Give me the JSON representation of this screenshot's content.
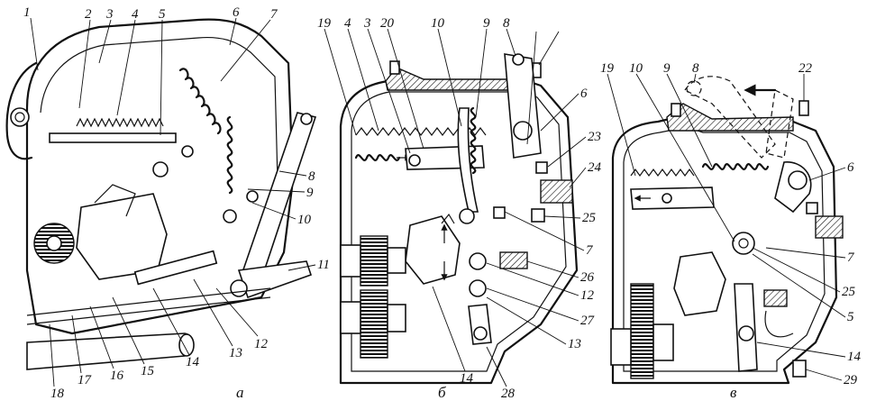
{
  "figure": {
    "panels": [
      {
        "id": "a",
        "caption": "а",
        "labels": [
          "1",
          "2",
          "3",
          "4",
          "5",
          "6",
          "7",
          "8",
          "9",
          "10",
          "11",
          "12",
          "13",
          "14",
          "15",
          "16",
          "17",
          "18"
        ]
      },
      {
        "id": "b",
        "caption": "б",
        "labels": [
          "19",
          "4",
          "3",
          "20",
          "10",
          "9",
          "8",
          "6",
          "23",
          "24",
          "25",
          "7",
          "26",
          "12",
          "27",
          "13",
          "14",
          "28"
        ]
      },
      {
        "id": "c",
        "caption": "в",
        "labels": [
          "19",
          "10",
          "9",
          "8",
          "22",
          "6",
          "7",
          "25",
          "5",
          "14",
          "29"
        ]
      }
    ]
  }
}
